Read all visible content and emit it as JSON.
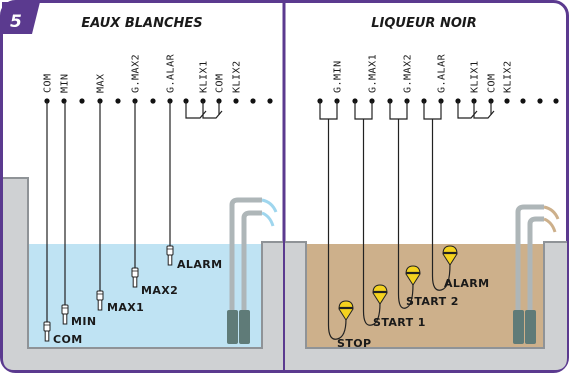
{
  "figure_number": "5",
  "colors": {
    "frame": "#5b3a8f",
    "tank_wall": "#9a9a9a",
    "tank_fill_outer": "#cfd1d3",
    "water_white": "#bfe3f3",
    "water_black": "#cdb08b",
    "float_yellow": "#f4d21f",
    "pump": "#5f7b78"
  },
  "left_panel": {
    "title": "EAUX BLANCHES",
    "terminals": [
      "COM",
      "MIN",
      "",
      "MAX",
      "",
      "G.MAX2",
      "",
      "G.ALAR",
      "",
      "KLIX1",
      "COM",
      "KLIX2"
    ],
    "sensors": [
      {
        "label": "COM"
      },
      {
        "label": "MIN"
      },
      {
        "label": "MAX1"
      },
      {
        "label": "MAX2"
      },
      {
        "label": "ALARM"
      }
    ]
  },
  "right_panel": {
    "title": "LIQUEUR NOIR",
    "terminals": [
      "",
      "G.MIN",
      "",
      "G.MAX1",
      "",
      "G.MAX2",
      "",
      "G.ALAR",
      "",
      "KLIX1",
      "COM",
      "KLIX2"
    ],
    "sensors": [
      {
        "label": "STOP"
      },
      {
        "label": "START 1"
      },
      {
        "label": "START 2"
      },
      {
        "label": "ALARM"
      }
    ]
  }
}
